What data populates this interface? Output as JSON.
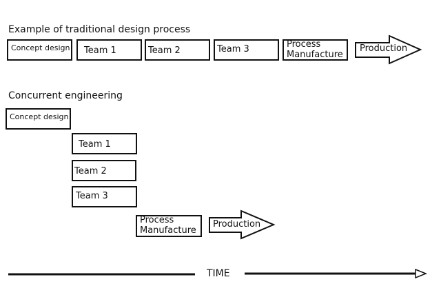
{
  "traditional": {
    "title": "Example of traditional design process",
    "steps": [
      "Concept design",
      "Team 1",
      "Team 2",
      "Team 3",
      "Process\nManufacture"
    ],
    "final_step": "Production"
  },
  "concurrent": {
    "title": "Concurrent engineering",
    "steps": [
      "Concept design",
      "Team 1",
      "Team 2",
      "Team 3",
      "Process\nManufacture"
    ],
    "final_step": "Production"
  },
  "timeline": {
    "label": "TIME"
  }
}
